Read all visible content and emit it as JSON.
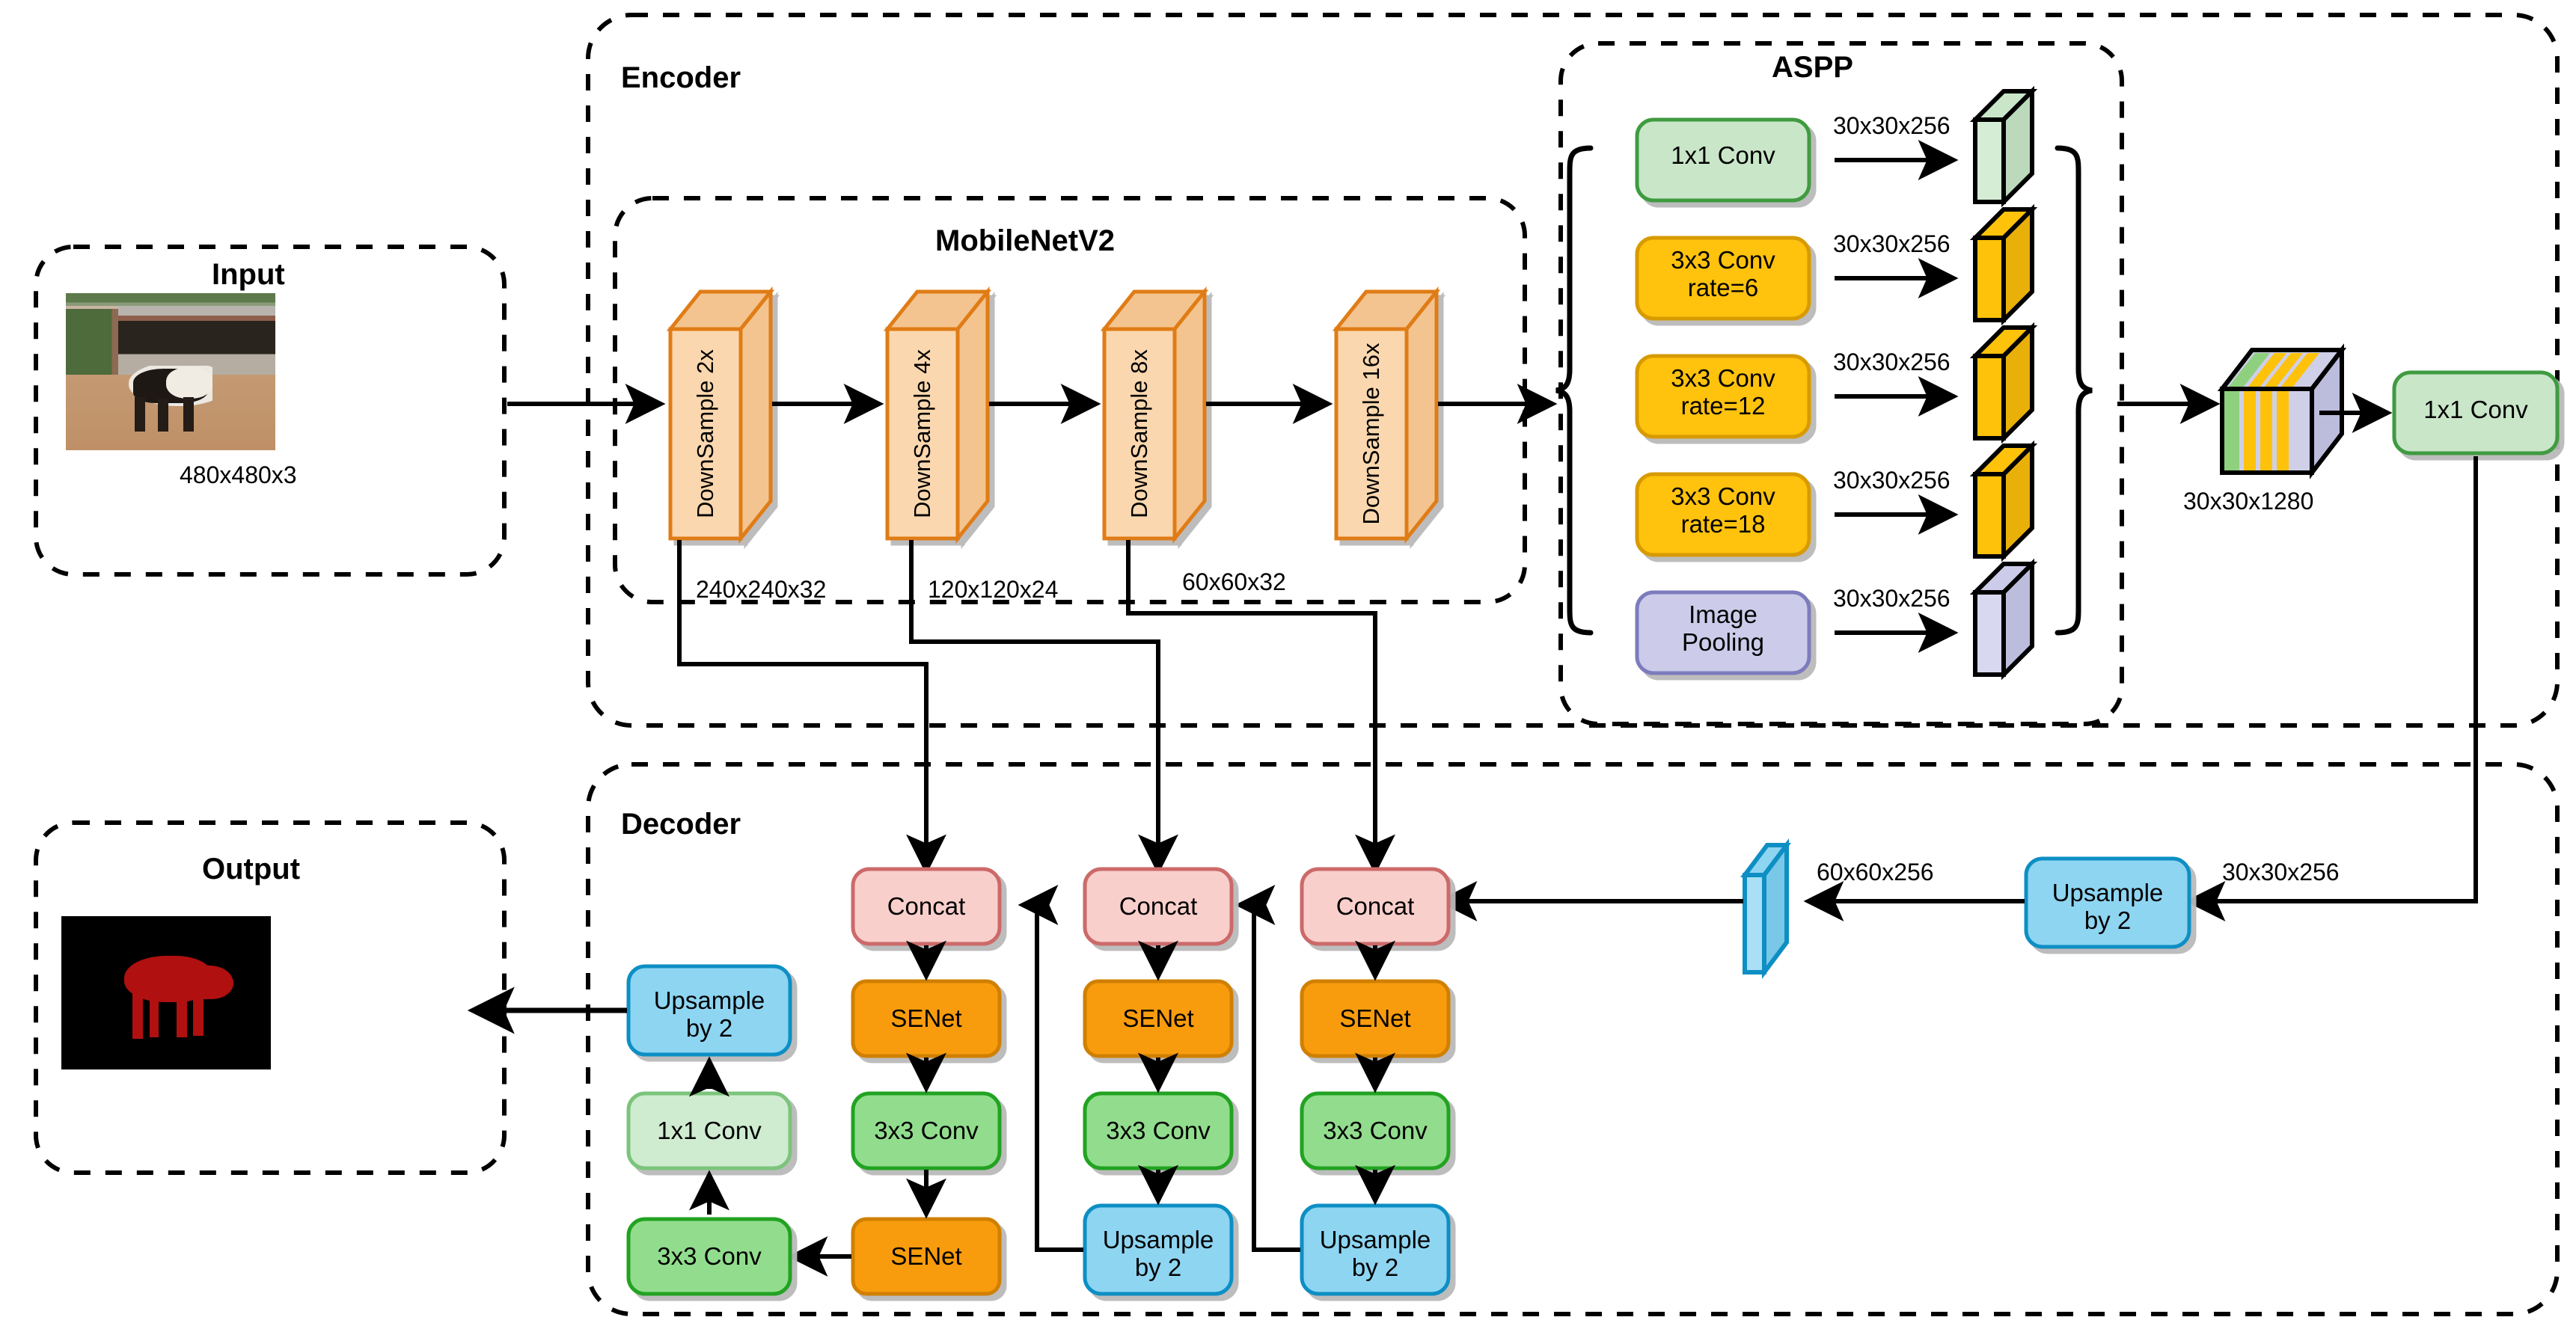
{
  "diagram": {
    "title_encoder": "Encoder",
    "title_decoder": "Decoder",
    "title_mobilenet": "MobileNetV2",
    "title_aspp": "ASPP"
  },
  "input_panel": {
    "label": "Input",
    "dim": "480x480x3"
  },
  "output_panel": {
    "label": "Output"
  },
  "backbone": {
    "stages": [
      {
        "label": "DownSample 2x",
        "out": "240x240x32"
      },
      {
        "label": "DownSample 4x",
        "out": "120x120x24"
      },
      {
        "label": "DownSample 8x",
        "out": "60x60x32"
      },
      {
        "label": "DownSample 16x",
        "out": ""
      }
    ]
  },
  "aspp": {
    "branches": [
      {
        "label1": "1x1 Conv",
        "label2": "",
        "dim": "30x30x256",
        "fill": "#c9e6c9",
        "stroke": "#3f9b3f"
      },
      {
        "label1": "3x3 Conv",
        "label2": "rate=6",
        "dim": "30x30x256",
        "fill": "#ffc20a",
        "stroke": "#d79b00"
      },
      {
        "label1": "3x3 Conv",
        "label2": "rate=12",
        "dim": "30x30x256",
        "fill": "#ffc20a",
        "stroke": "#d79b00"
      },
      {
        "label1": "3x3 Conv",
        "label2": "rate=18",
        "dim": "30x30x256",
        "fill": "#ffc20a",
        "stroke": "#d79b00"
      },
      {
        "label1": "Image",
        "label2": "Pooling",
        "dim": "30x30x256",
        "fill": "#ccccea",
        "stroke": "#7b7bbd"
      }
    ],
    "concat_dim": "30x30x1280",
    "proj_label": "1x1 Conv"
  },
  "decoder": {
    "columns": [
      {
        "concat": "Concat",
        "senet": "SENet",
        "conv": "3x3 Conv",
        "last": "SENet"
      },
      {
        "concat": "Concat",
        "senet": "SENet",
        "conv": "3x3 Conv",
        "last": "Upsample\nby 2"
      },
      {
        "concat": "Concat",
        "senet": "SENet",
        "conv": "3x3 Conv",
        "last": "Upsample\nby 2"
      }
    ],
    "head": {
      "conv3": "3x3 Conv",
      "conv1": "1x1 Conv",
      "upsample": "Upsample\nby 2"
    },
    "right_upsample": "Upsample\nby 2",
    "dim_60": "60x60x256",
    "dim_30": "30x30x256"
  },
  "colors": {
    "concat_fill": "#f9cfcc",
    "concat_stroke": "#cc6a6a",
    "senet_fill": "#f89c0e",
    "senet_stroke": "#d08000",
    "conv_fill": "#92dd8d",
    "conv_stroke": "#21a321",
    "conv1_fill": "#cfecd0",
    "conv1_stroke": "#7cc47c",
    "ups_fill": "#8ed5f2",
    "ups_stroke": "#0e8fc4",
    "ds_face": "#fad7ae",
    "ds_side": "#f3c48f",
    "ds_stroke": "#e07b18",
    "slab_green": "#c9e6c9",
    "slab_yellow": "#ffc20a",
    "slab_purple": "#ccccea",
    "mask": "#b01010",
    "bg_mask": "#000000",
    "line": "#000000"
  }
}
